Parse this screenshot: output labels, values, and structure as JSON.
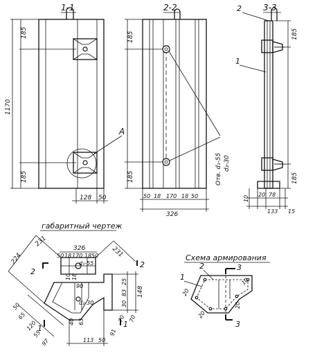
{
  "views": {
    "section_1": {
      "title": "1-1",
      "dims": {
        "top": "185",
        "overall": "1170",
        "bottom": "185",
        "w1": "128",
        "w2": "50"
      },
      "callout": "A"
    },
    "section_2": {
      "title": "2-2",
      "dims": {
        "top": "185",
        "bottom": "185",
        "b1": "50",
        "b2": "18",
        "b3": "170",
        "b4": "18",
        "b5": "50",
        "overall": "326"
      },
      "note": "Отв. d₁-55\nd₂-30"
    },
    "section_3": {
      "title": "3-3",
      "leaders": {
        "l1": "1",
        "l2": "2"
      },
      "dims": {
        "top": "185",
        "bottom": "185",
        "b1": "10",
        "b2": "20",
        "b3": "78",
        "overall": "133",
        "b4": "15"
      }
    }
  },
  "gabarit": {
    "title": "габаритный чертеж",
    "dims": {
      "d231a": "231",
      "d224": "224",
      "d326": "326",
      "d231b": "231",
      "d50a": "50",
      "d18a": "18",
      "d170": "170",
      "d18b": "18",
      "d50b": "50",
      "d1": "d₁-55",
      "d10": "10",
      "d18c": "18",
      "d90": "90",
      "d2": "d₂-30",
      "d40": "40",
      "d63": "63",
      "d25": "25",
      "d83": "83",
      "d148": "148",
      "d30": "30",
      "d70a": "70",
      "d70b": "70",
      "d91": "91",
      "d113": "113",
      "d50c": "50",
      "d65": "65",
      "d120": "120",
      "d55": "55",
      "d97": "97",
      "d50d": "50"
    },
    "section_marks": {
      "m1a": "1",
      "m1b": "1",
      "m2a": "2",
      "m2b": "2"
    }
  },
  "schema": {
    "title": "Схема армирования",
    "marks": {
      "m3a": "3",
      "m3b": "3",
      "l1": "1",
      "l2": "2"
    },
    "dims": {
      "d20a": "20",
      "d20b": "20",
      "d20c": "20",
      "d10": "10"
    }
  }
}
